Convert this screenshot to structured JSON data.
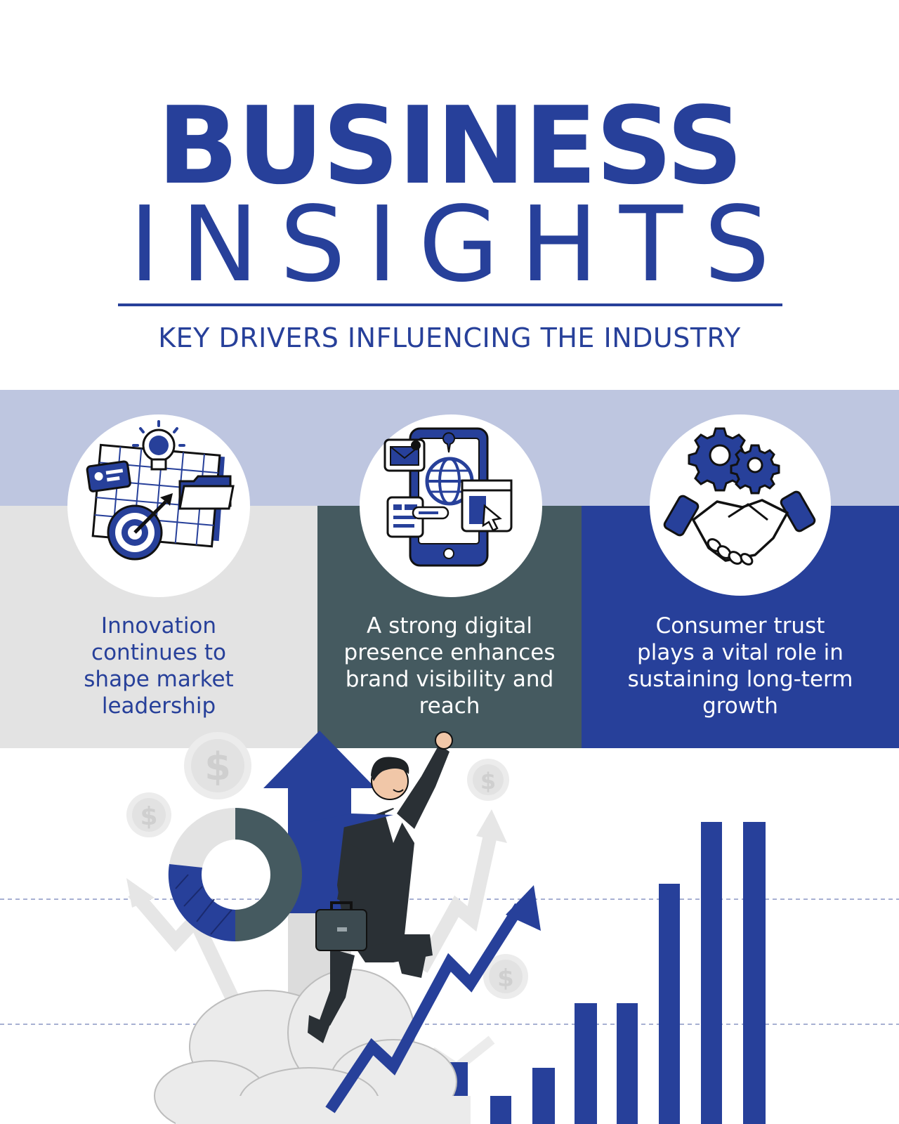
{
  "header": {
    "title_line1": "BUSINESS",
    "title_line2": "INSIGHTS",
    "subtitle": "KEY DRIVERS INFLUENCING THE INDUSTRY"
  },
  "drivers": [
    {
      "icon": "strategy-target-icon",
      "text": "Innovation continues to shape market leadership"
    },
    {
      "icon": "digital-presence-icon",
      "text": "A strong digital presence enhances brand visibility and reach"
    },
    {
      "icon": "handshake-gears-icon",
      "text": "Consumer trust plays a vital role in sustaining long-term growth"
    }
  ],
  "illustration": {
    "subject": "businessman-growth-illustration",
    "coin_symbol": "$"
  },
  "colors": {
    "primary": "#27409a",
    "band": "#bec6e0",
    "panel_light": "#e3e3e3",
    "panel_dark": "#455a60",
    "panel_blue": "#27409a"
  }
}
